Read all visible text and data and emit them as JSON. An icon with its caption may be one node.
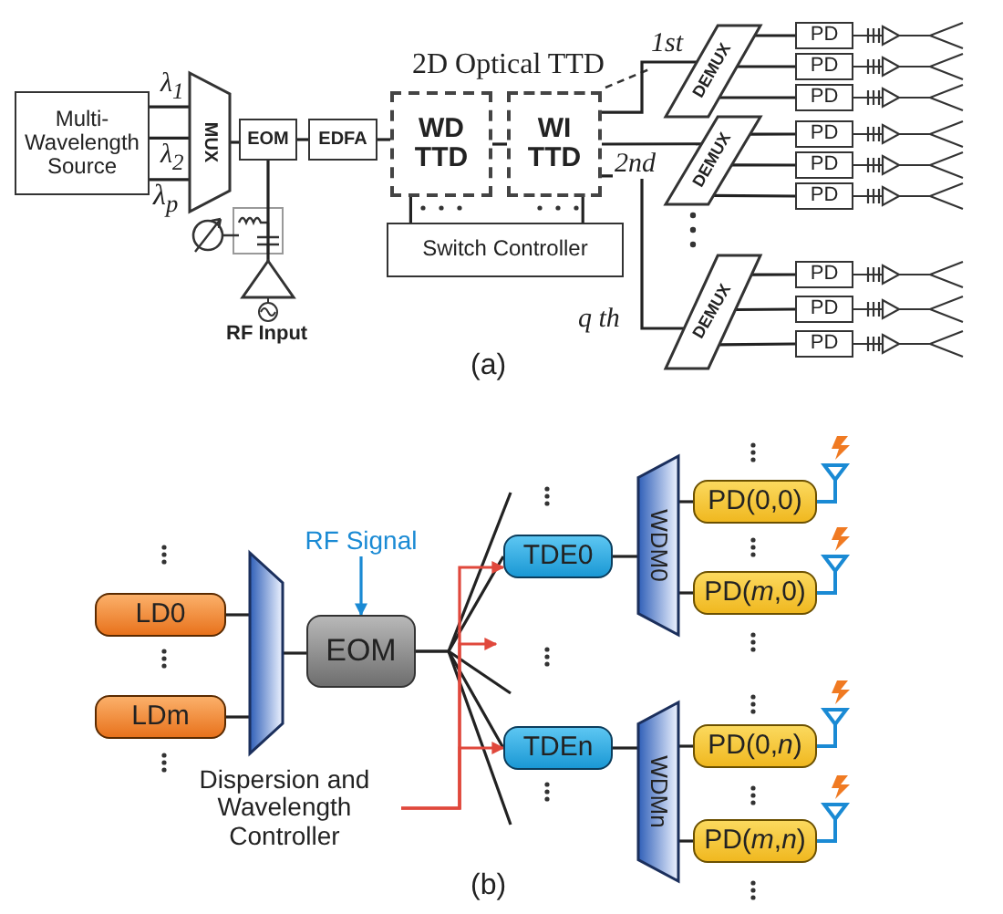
{
  "diagram": {
    "nodes": [
      {
        "text": [
          "Multi-Wavelength Source"
        ]
      },
      {
        "text": [
          "MUX"
        ]
      },
      {
        "text": [
          "EOM"
        ]
      },
      {
        "text": [
          "EDFA"
        ]
      },
      {
        "text": [
          "WD TTD"
        ]
      },
      {
        "text": [
          "WI TTD"
        ]
      },
      {
        "text": [
          "Switch Controller"
        ]
      },
      {
        "text": [],
        "shape": "triangle"
      },
      {
        "text": [
          "DEMUX"
        ]
      },
      {
        "text": [
          "DEMUX"
        ]
      },
      {
        "text": [
          "DEMUX"
        ]
      },
      {
        "text": [
          "PD"
        ]
      },
      {
        "text": [
          "PD"
        ]
      },
      {
        "text": [
          "PD"
        ]
      },
      {
        "text": [
          "PD"
        ]
      },
      {
        "text": [
          "PD"
        ]
      },
      {
        "text": [
          "PD"
        ]
      },
      {
        "text": [
          "PD"
        ]
      },
      {
        "text": [
          "PD"
        ]
      },
      {
        "text": [
          "PD"
        ]
      },
      {
        "text": [
          "RF Signal"
        ]
      },
      {
        "text": [
          "LD0"
        ]
      },
      {
        "text": [
          "LDm"
        ]
      },
      {
        "text": [],
        "shape": "trapezoid"
      },
      {
        "text": [
          "EOM"
        ]
      },
      {
        "text": [
          "TDE0"
        ]
      },
      {
        "text": [
          "TDEn"
        ]
      },
      {
        "text": [
          "Dispersion and Wavelength Controller"
        ]
      },
      {
        "text": [
          "WDM0"
        ]
      },
      {
        "text": [
          "WDMn"
        ]
      },
      {
        "text": [
          "PD(0,0)"
        ]
      },
      {
        "text": [
          "PD(*m*,0)"
        ]
      },
      {
        "text": [
          "PD(0,*n*)"
        ]
      },
      {
        "text": [
          "PD(*m*,*n*)"
        ]
      }
    ],
    "edges": [
      {
        "from": 0,
        "to": 1,
        "arrow": "none"
      },
      {
        "from": 0,
        "to": 1,
        "arrow": "none"
      },
      {
        "from": 0,
        "to": 1,
        "arrow": "none"
      },
      {
        "from": 1,
        "to": 2,
        "arrow": "none"
      },
      {
        "from": 2,
        "to": 3,
        "arrow": "none"
      },
      {
        "from": 3,
        "to": 4,
        "arrow": "none"
      },
      {
        "from": 4,
        "to": 5,
        "arrow": "none"
      },
      {
        "from": 7,
        "to": 2,
        "arrow": "none"
      },
      {
        "from": 4,
        "to": 6,
        "arrow": "none"
      },
      {
        "from": 5,
        "to": 6,
        "arrow": "none"
      },
      {
        "from": 5,
        "to": 8,
        "arrow": "none",
        "label": "1st"
      },
      {
        "from": 5,
        "to": 9,
        "arrow": "none",
        "label": "2nd"
      },
      {
        "from": 5,
        "to": 10,
        "arrow": "none",
        "label": "q th"
      },
      {
        "from": 8,
        "to": 11,
        "arrow": "none"
      },
      {
        "from": 8,
        "to": 12,
        "arrow": "none"
      },
      {
        "from": 8,
        "to": 13,
        "arrow": "none"
      },
      {
        "from": 9,
        "to": 14,
        "arrow": "none"
      },
      {
        "from": 9,
        "to": 15,
        "arrow": "none"
      },
      {
        "from": 9,
        "to": 16,
        "arrow": "none"
      },
      {
        "from": 10,
        "to": 17,
        "arrow": "none"
      },
      {
        "from": 10,
        "to": 18,
        "arrow": "none"
      },
      {
        "from": 10,
        "to": 19,
        "arrow": "none"
      },
      {
        "from": 20,
        "to": 24,
        "arrow": "to",
        "color": "#1a8ad4"
      },
      {
        "from": 21,
        "to": 23,
        "arrow": "none"
      },
      {
        "from": 22,
        "to": 23,
        "arrow": "none"
      },
      {
        "from": 23,
        "to": 24,
        "arrow": "none"
      },
      {
        "from": 24,
        "to": 25,
        "arrow": "none"
      },
      {
        "from": 24,
        "to": 26,
        "arrow": "none"
      },
      {
        "from": 27,
        "to": 25,
        "arrow": "to",
        "color": "#e0483c"
      },
      {
        "from": 27,
        "to": null,
        "arrow": "to",
        "color": "#e0483c"
      },
      {
        "from": 27,
        "to": 26,
        "arrow": "to",
        "color": "#e0483c"
      },
      {
        "from": 25,
        "to": 28,
        "arrow": "none"
      },
      {
        "from": 26,
        "to": 29,
        "arrow": "none"
      },
      {
        "from": 28,
        "to": 30,
        "arrow": "none"
      },
      {
        "from": 28,
        "to": 31,
        "arrow": "none"
      },
      {
        "from": 29,
        "to": 32,
        "arrow": "none"
      },
      {
        "from": 29,
        "to": 33,
        "arrow": "none"
      }
    ],
    "labels": [
      "λ$_{1}$",
      "λ$_{2}$",
      "λ$_{p}$",
      "2D Optical TTD",
      "RF Input",
      "(a)",
      "(b)"
    ]
  }
}
